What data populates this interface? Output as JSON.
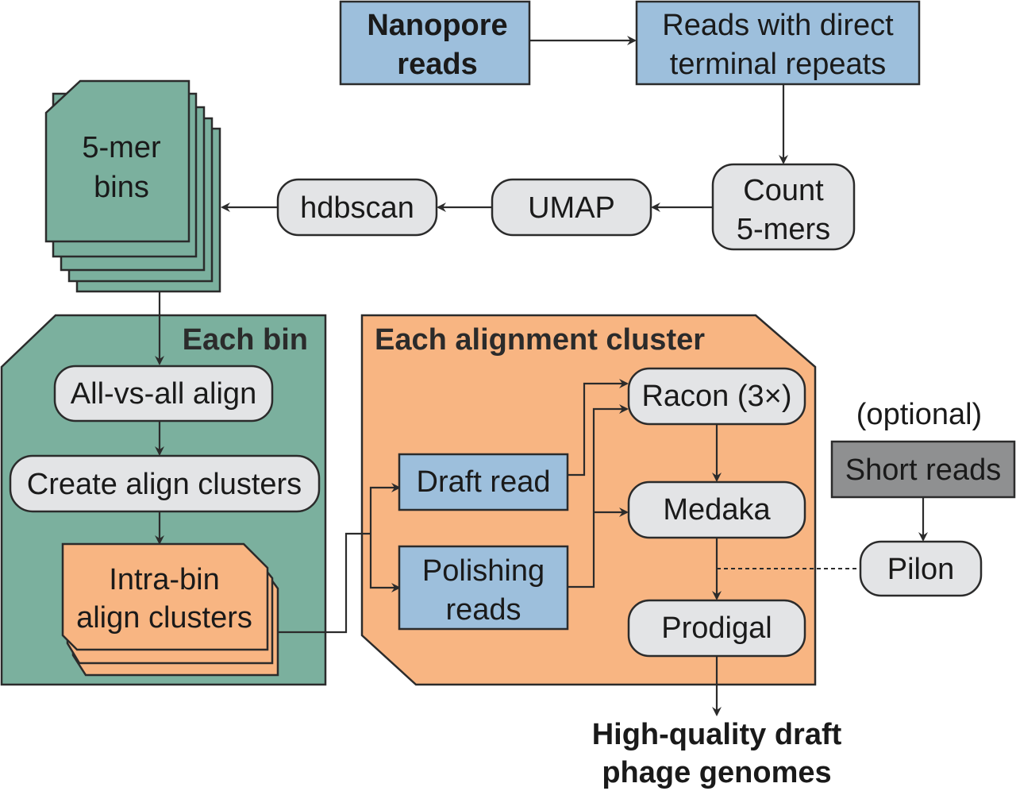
{
  "colors": {
    "blue_box": "#9dbfdc",
    "teal": "#7bb09e",
    "orange": "#f8b582",
    "gray_pill": "#e3e4e6",
    "dark_gray_box": "#8f9091",
    "stroke": "#2b2b2b"
  },
  "nodes": {
    "nanopore_reads": [
      "Nanopore",
      "reads"
    ],
    "direct_terminal_repeats": [
      "Reads with direct",
      "terminal repeats"
    ],
    "count_5mers": [
      "Count",
      "5-mers"
    ],
    "umap": "UMAP",
    "hdbscan": "hdbscan",
    "kmer_bins": [
      "5-mer",
      "bins"
    ],
    "all_vs_all_align": "All-vs-all align",
    "create_align_clusters": "Create align clusters",
    "intra_bin_clusters": [
      "Intra-bin",
      "align clusters"
    ],
    "draft_read": "Draft read",
    "polishing_reads": [
      "Polishing",
      "reads"
    ],
    "racon": "Racon (3×)",
    "medaka": "Medaka",
    "prodigal": "Prodigal",
    "optional_label": "(optional)",
    "short_reads": "Short reads",
    "pilon": "Pilon",
    "output": [
      "High-quality draft",
      "phage genomes"
    ]
  },
  "groups": {
    "each_bin": "Each bin",
    "each_alignment_cluster": "Each alignment cluster"
  }
}
